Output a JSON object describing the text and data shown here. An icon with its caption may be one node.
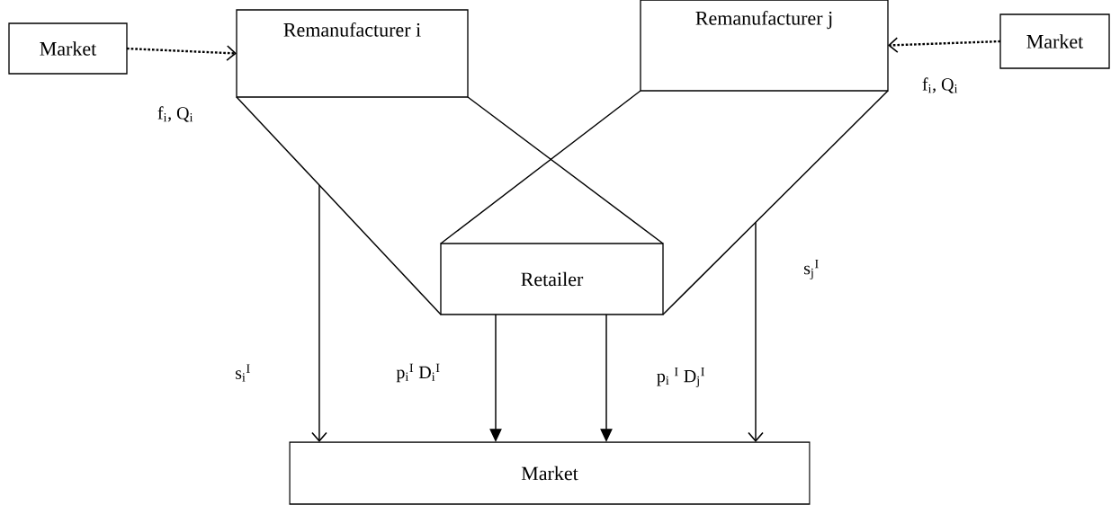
{
  "diagram": {
    "nodes": [
      {
        "text": [
          "Market"
        ]
      },
      {
        "text": [
          "Remanufacturer i"
        ]
      },
      {
        "text": [
          "Remanufacturer j"
        ]
      },
      {
        "text": [
          "Market"
        ]
      },
      {
        "text": [
          "Retailer"
        ]
      },
      {
        "text": [
          "Market"
        ]
      }
    ],
    "edges": [
      {
        "from": 0,
        "to": 1,
        "arrow": "to",
        "style": "dashed",
        "label": "f$_{i}$, Q$_{i}$"
      },
      {
        "from": 3,
        "to": 2,
        "arrow": "to",
        "style": "dashed",
        "label": "f$_{i}$, Q$_{i}$"
      },
      {
        "from": 1,
        "to": 4,
        "arrow": "none"
      },
      {
        "from": 1,
        "to": 4,
        "arrow": "none"
      },
      {
        "from": 2,
        "to": 4,
        "arrow": "none"
      },
      {
        "from": 2,
        "to": 4,
        "arrow": "none"
      },
      {
        "from": null,
        "to": 5,
        "arrow": "to",
        "label": "s$_{i}$$^{I}$"
      },
      {
        "from": 4,
        "to": 5,
        "arrow": "to",
        "label": "p$_{i}$$^{I}$ D$_{i}$$^{I}$"
      },
      {
        "from": 4,
        "to": 5,
        "arrow": "to",
        "label": "p$_{i}$ $^{I}$ D$_{j}$$^{I}$"
      },
      {
        "from": null,
        "to": 5,
        "arrow": "to",
        "label": "s$_{j}$$^{I}$"
      }
    ]
  }
}
